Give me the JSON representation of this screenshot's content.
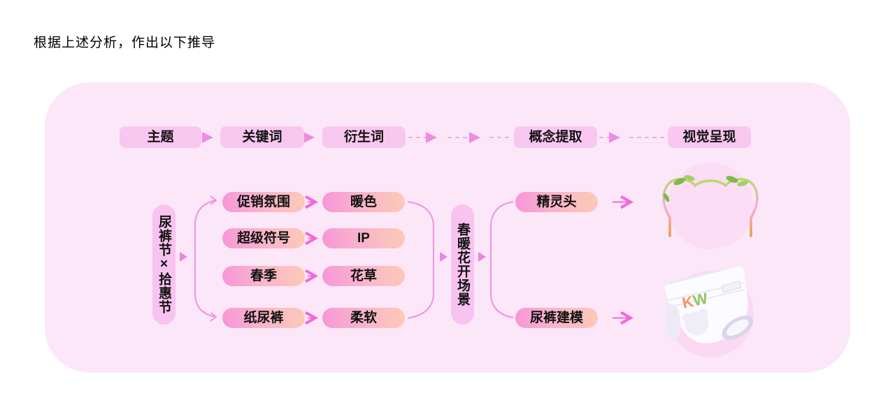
{
  "title": "根据上述分析，作出以下推导",
  "flow": {
    "headers": [
      "主题",
      "关键词",
      "衍生词",
      "概念提取",
      "视觉呈现"
    ],
    "theme": "尿裤节×拾惠节",
    "rows": [
      {
        "keyword": "促销氛围",
        "derived": "暖色"
      },
      {
        "keyword": "超级符号",
        "derived": "IP"
      },
      {
        "keyword": "春季",
        "derived": "花草"
      },
      {
        "keyword": "纸尿裤",
        "derived": "柔软"
      }
    ],
    "scene": "春暖花开场景",
    "concepts": [
      {
        "label": "精灵头",
        "visual": "elf-headband-illustration"
      },
      {
        "label": "尿裤建模",
        "visual": "diaper-3d-model-illustration"
      }
    ],
    "brand": {
      "k": "K",
      "w": "W"
    }
  },
  "colors": {
    "canvas_bg": "#ffffff",
    "panel_bg": "#fce7f9",
    "node_pink": "#f8c7f0",
    "pill_gradient_start": "#f795d9",
    "pill_gradient_end": "#fdcab6",
    "dashed_connector": "#f0abe7",
    "bracket_line": "#ef92e3",
    "solid_arrow": "#f26ad9",
    "triangle_marker": "#ee82e0",
    "text": "#111111",
    "brand_k": "#f4935f",
    "brand_w": "#8fc766"
  }
}
